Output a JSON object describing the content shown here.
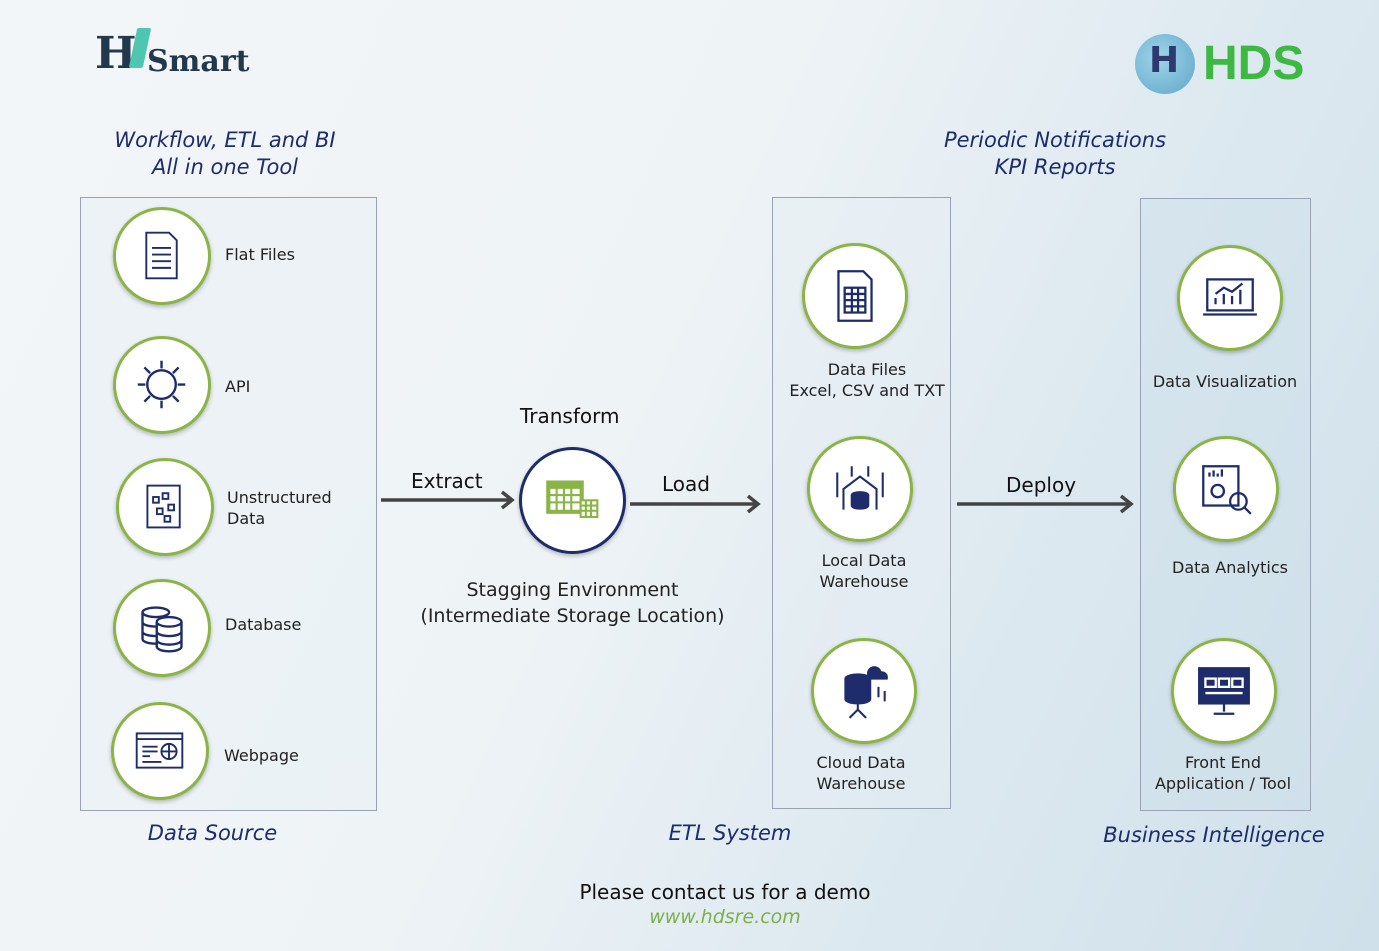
{
  "logos": {
    "left": "HiSmart",
    "right": "HDS"
  },
  "headings": {
    "left_line1": "Workflow, ETL and BI",
    "left_line2": "All in one Tool",
    "right_line1": "Periodic Notifications",
    "right_line2": "KPI Reports"
  },
  "data_source": {
    "title": "Data Source",
    "items": [
      {
        "label": "Flat Files",
        "icon": "file-icon"
      },
      {
        "label": "API",
        "icon": "gear-icon"
      },
      {
        "label": "Unstructured Data",
        "icon": "unstructured-data-icon"
      },
      {
        "label": "Database",
        "icon": "database-icon"
      },
      {
        "label": "Webpage",
        "icon": "webpage-icon"
      }
    ]
  },
  "staging": {
    "transform": "Transform",
    "extract": "Extract",
    "load": "Load",
    "line1": "Stagging Environment",
    "line2": "(Intermediate Storage Location)"
  },
  "etl": {
    "title": "ETL System",
    "items": [
      {
        "line1": "Data Files",
        "line2": "Excel, CSV and TXT"
      },
      {
        "line1": "Local Data",
        "line2": "Warehouse"
      },
      {
        "line1": "Cloud Data",
        "line2": "Warehouse"
      }
    ]
  },
  "deploy": "Deploy",
  "bi": {
    "title": "Business Intelligence",
    "items": [
      {
        "line1": "Data Visualization"
      },
      {
        "line1": "Data Analytics"
      },
      {
        "line1": "Front End",
        "line2": "Application / Tool"
      }
    ]
  },
  "footer": {
    "contact": "Please contact us for a demo",
    "url": "www.hdsre.com"
  },
  "colors": {
    "navy": "#1e2c6b",
    "green": "#8ab446",
    "hds_green": "#3db843",
    "url_green": "#7bb04a"
  }
}
